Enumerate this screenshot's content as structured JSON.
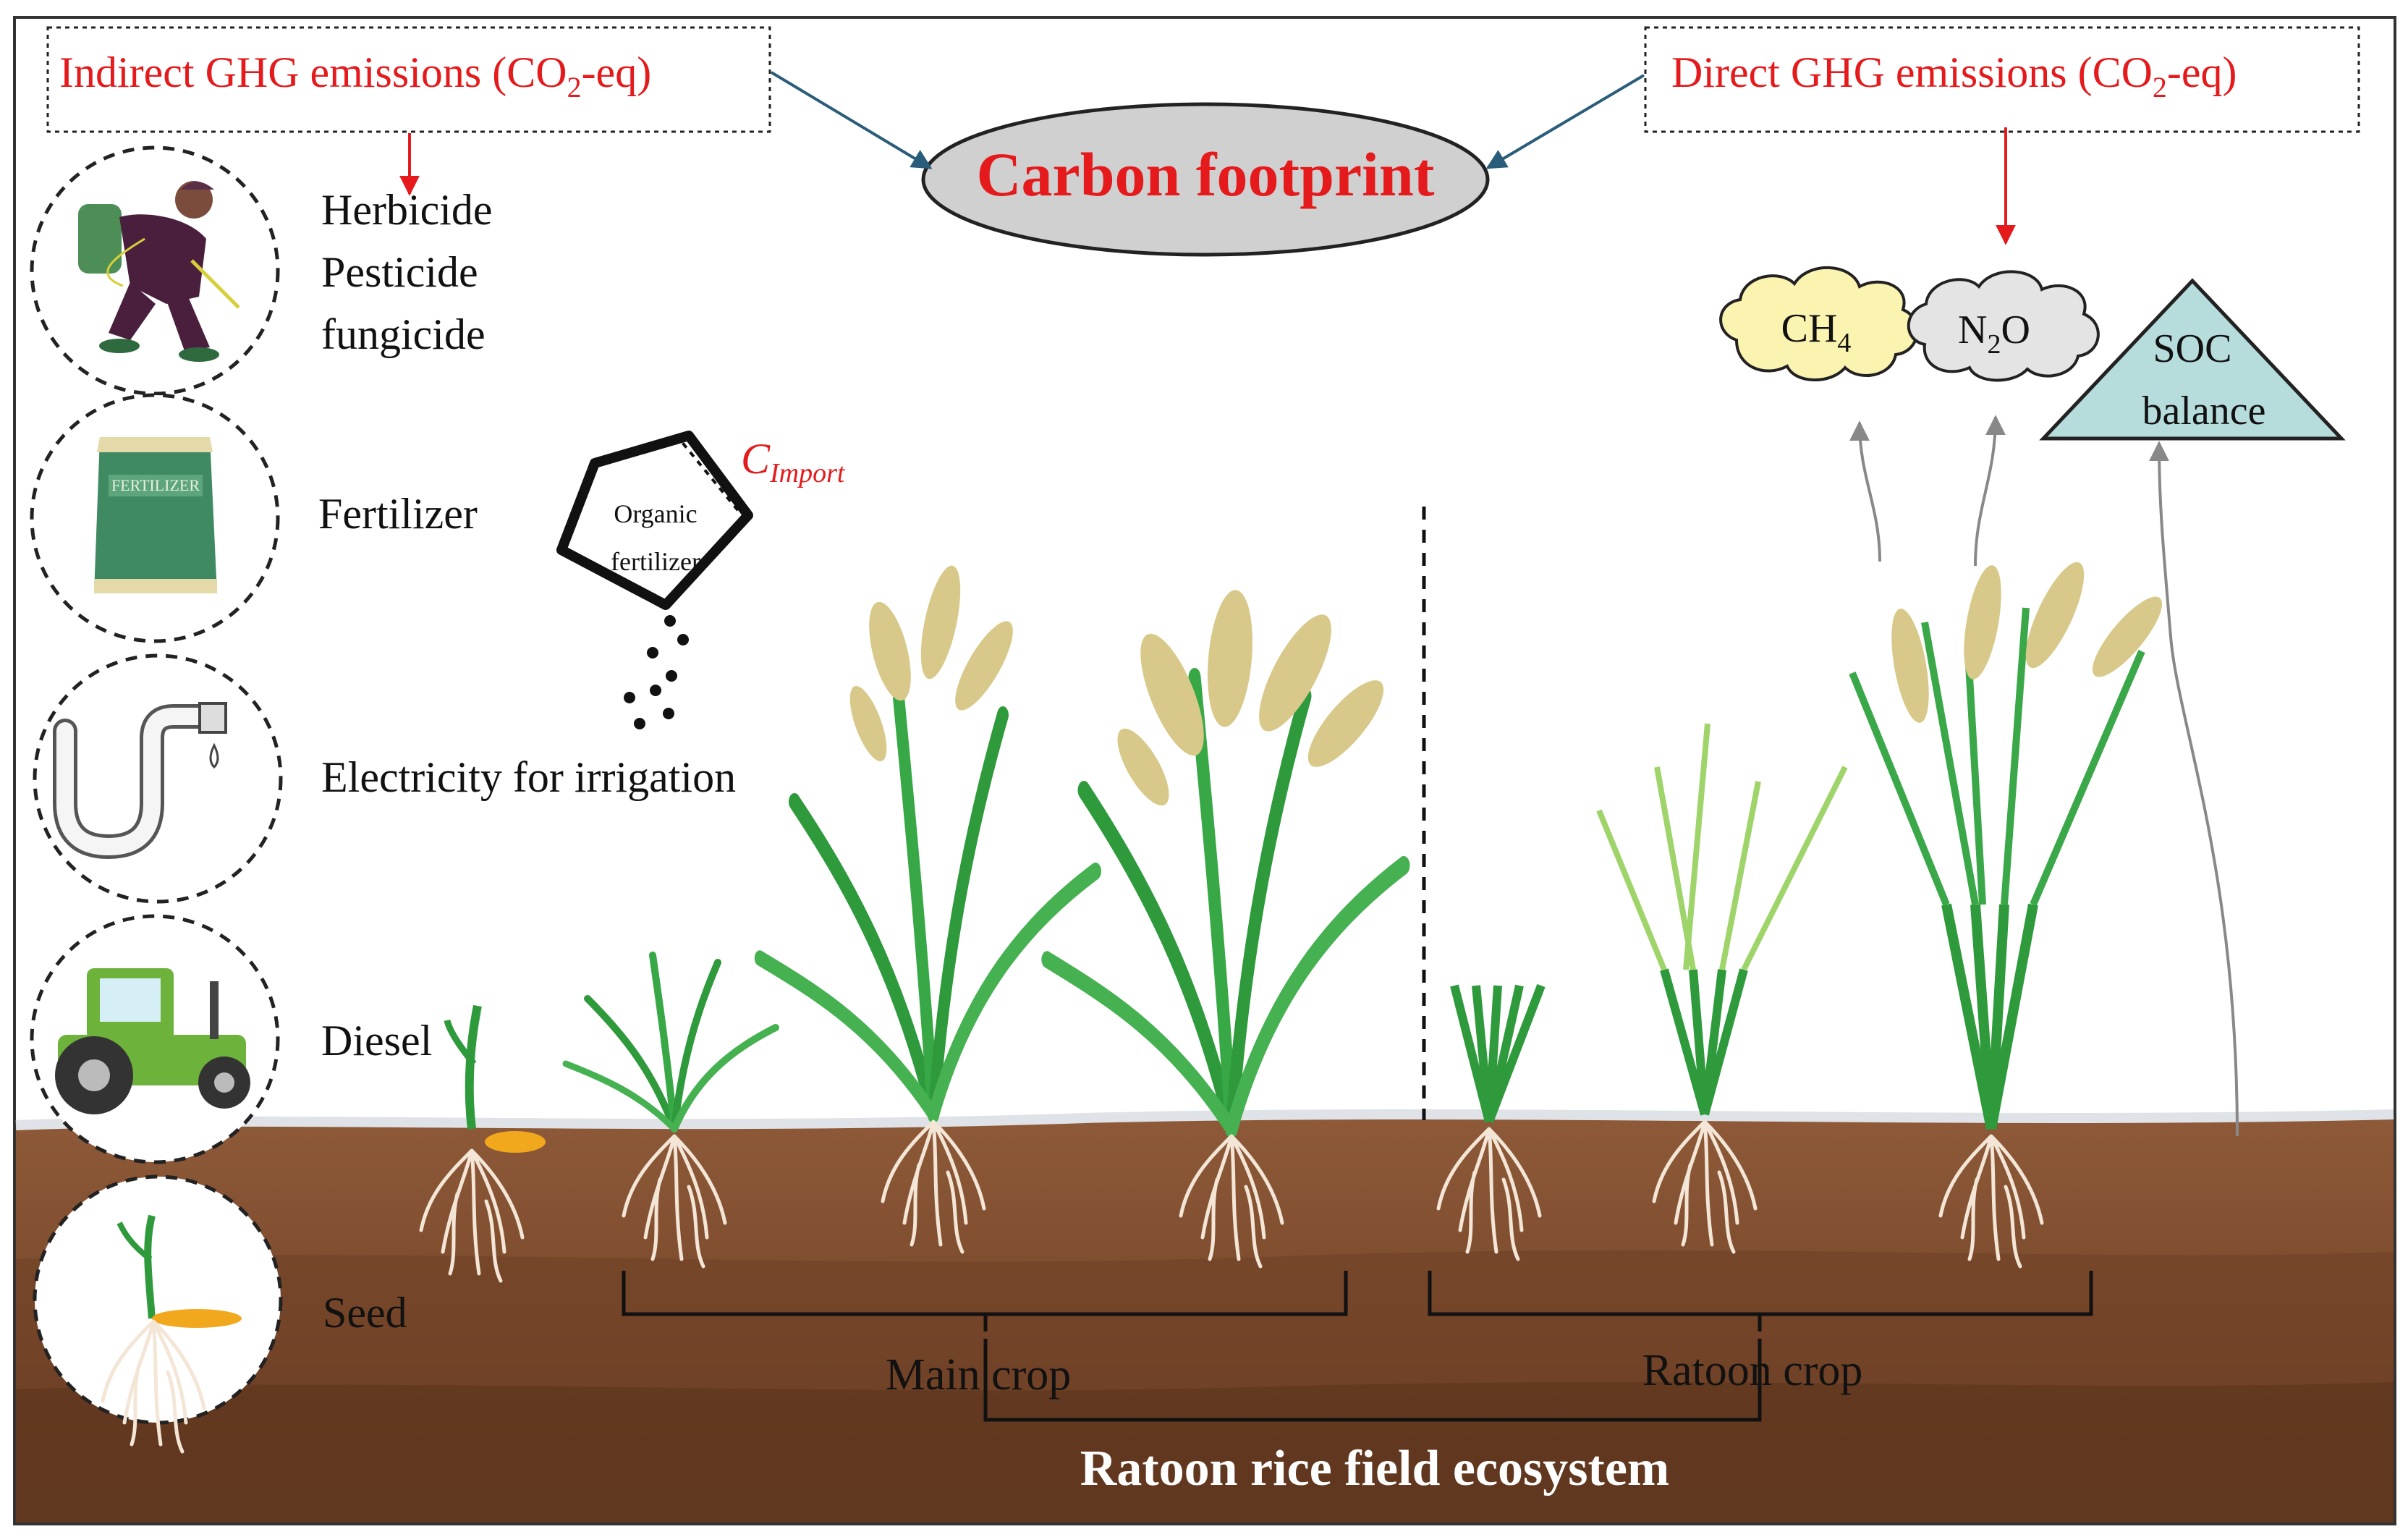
{
  "header": {
    "indirect": {
      "main": "Indirect GHG emissions (CO",
      "sub": "2",
      "tail": "-eq)"
    },
    "direct": {
      "main": "Direct GHG emissions (CO",
      "sub": "2",
      "tail": "-eq)"
    },
    "center": "Carbon footprint"
  },
  "inputs": {
    "chemicals": [
      "Herbicide",
      "Pesticide",
      "fungicide"
    ],
    "fertilizer": "Fertilizer",
    "bag_label": "FERTILIZER",
    "electricity": "Electricity for irrigation",
    "diesel": "Diesel",
    "seed": "Seed"
  },
  "organic": {
    "line1": "Organic",
    "line2": "fertilizer",
    "c_main": "C",
    "c_sub": "Import"
  },
  "direct_items": {
    "ch4": {
      "main": "CH",
      "sub": "4"
    },
    "n2o": {
      "main": "N",
      "sub": "2",
      "tail": "O"
    },
    "soc": {
      "line1": "SOC",
      "line2": "balance"
    }
  },
  "field": {
    "main_crop": "Main crop",
    "ratoon_crop": "Ratoon crop",
    "ecosystem": "Ratoon rice field ecosystem"
  },
  "colors": {
    "red_text": "#e41a1c",
    "arrow_blue": "#2a5d7a",
    "soil_top": "#8a5636",
    "soil_mid": "#7a4a2c",
    "soil_deep": "#653a22",
    "leaf": "#2e9a3c",
    "panicle": "#d8c98a",
    "ch4_fill": "#fbf3b0",
    "n2o_fill": "#e4e4e4",
    "soc_fill": "#b7dcdc",
    "ellipse_fill": "#d0d0d0"
  }
}
